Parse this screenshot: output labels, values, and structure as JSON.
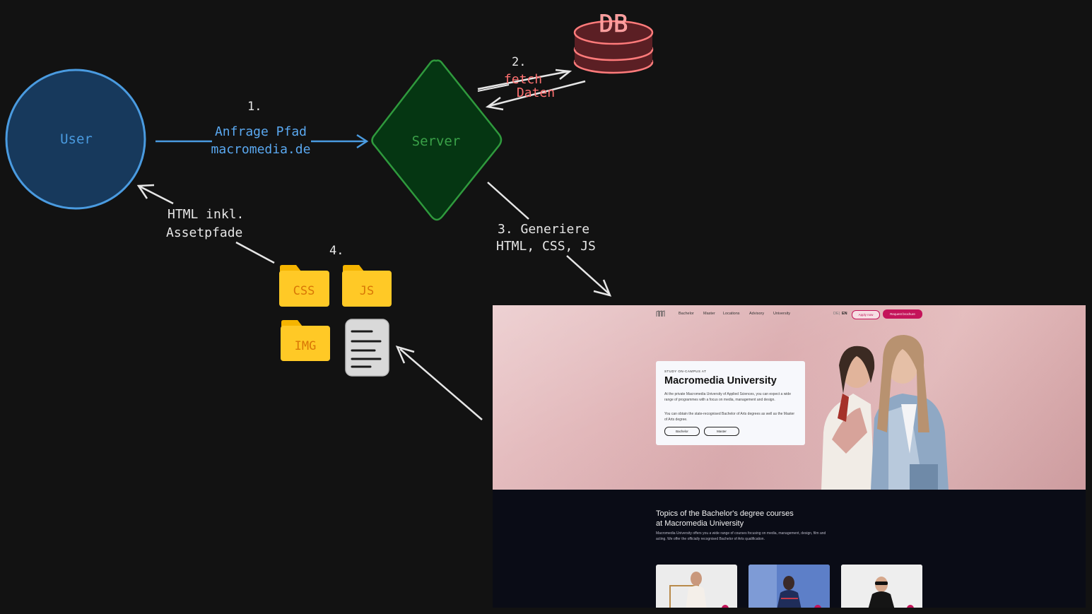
{
  "diagram": {
    "user_label": "User",
    "server_label": "Server",
    "db_label": "DB",
    "step1_number": "1.",
    "step1_line1": "Anfrage Pfad",
    "step1_line2": "macromedia.de",
    "step2_number": "2.",
    "step2_line1": "fetch",
    "step2_line2": "Daten",
    "step3_line1": "3. Generiere",
    "step3_line2": "HTML, CSS, JS",
    "step4_number": "4.",
    "step4_line1": "HTML inkl.",
    "step4_line2": "Assetpfade",
    "folders": [
      "CSS",
      "JS",
      "IMG"
    ],
    "colors": {
      "user_fill": "#17395c",
      "user_stroke": "#4a9be0",
      "user_text": "#4a9be0",
      "server_fill": "#053612",
      "server_stroke": "#2f9a3d",
      "server_text": "#3aa148",
      "db_fill": "#5b1f24",
      "db_stroke": "#ff7b7b",
      "db_text": "#ff8d8d",
      "step_text_blue": "#5aa8f0",
      "step_text_red": "#ff7070",
      "white_stroke": "#e6e6e6",
      "folder_fill": "#ffc926",
      "folder_text": "#d97706",
      "doc_fill": "#d9d9d9"
    }
  },
  "website": {
    "nav": {
      "items": [
        "Bachelor",
        "Master",
        "Locations",
        "Advisory",
        "University"
      ],
      "lang_de": "DE",
      "lang_sep": "|",
      "lang_en": "EN",
      "apply": "Apply now",
      "brochure": "Request brochure"
    },
    "hero": {
      "eyebrow": "STUDY ON-CAMPUS AT",
      "title": "Macromedia University",
      "p1": "At the private Macromedia University of Applied Sciences, you can expect a wide range of programmes with a focus on media, management and design.",
      "p2": "You can obtain the state-recognised Bachelor of Arts degrees as well as the Master of Arts degree.",
      "btn_bachelor": "Bachelor",
      "btn_master": "Master"
    },
    "topics": {
      "line1": "Topics of the Bachelor's degree courses",
      "line2": "at Macromedia University",
      "sub": "Macromedia University offers you a wide range of courses focusing on media, management, design, film and acting. We offer the officially recognised Bachelor of Arts qualification."
    },
    "accent": "#c4145a"
  }
}
